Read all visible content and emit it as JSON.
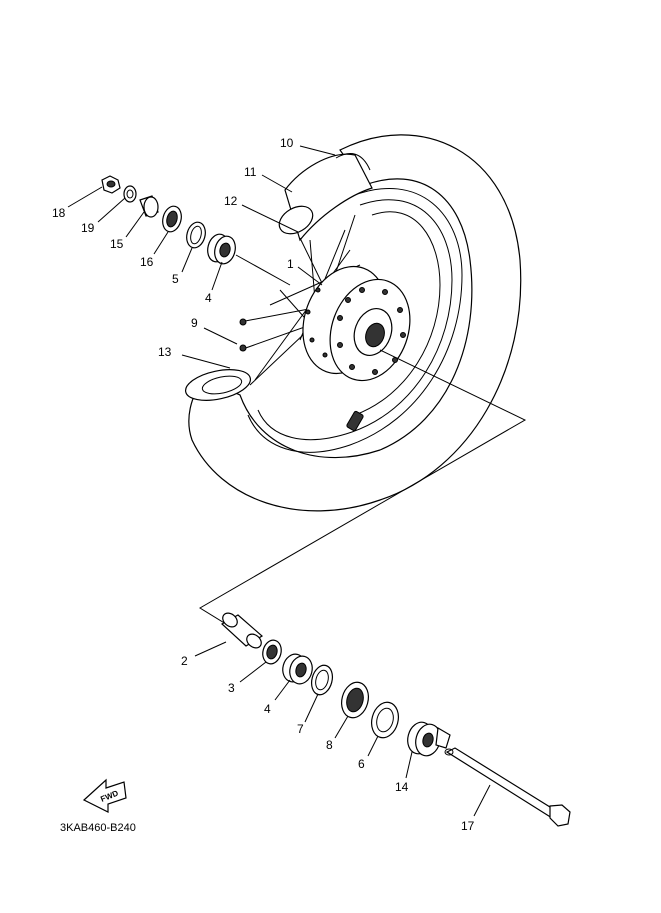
{
  "diagram_code": "3KAB460-B240",
  "forward_label": "FWD",
  "callouts": {
    "c1": "1",
    "c2": "2",
    "c3": "3",
    "c4a": "4",
    "c4b": "4",
    "c5": "5",
    "c6": "6",
    "c7": "7",
    "c8": "8",
    "c9": "9",
    "c10": "10",
    "c11": "11",
    "c12": "12",
    "c13": "13",
    "c14": "14",
    "c15": "15",
    "c16": "16",
    "c17": "17",
    "c18": "18",
    "c19": "19"
  }
}
